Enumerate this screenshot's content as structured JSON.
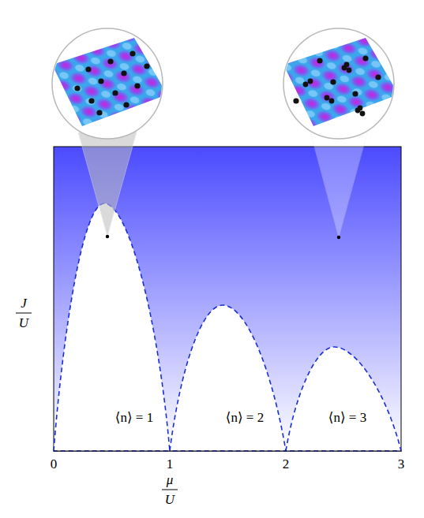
{
  "diagram": {
    "labels": [
      "J",
      "U",
      "μ",
      "U",
      "⟨n⟩ = 1",
      "⟨n⟩ = 2",
      "⟨n⟩ = 3",
      "0",
      "1",
      "2",
      "3"
    ]
  }
}
